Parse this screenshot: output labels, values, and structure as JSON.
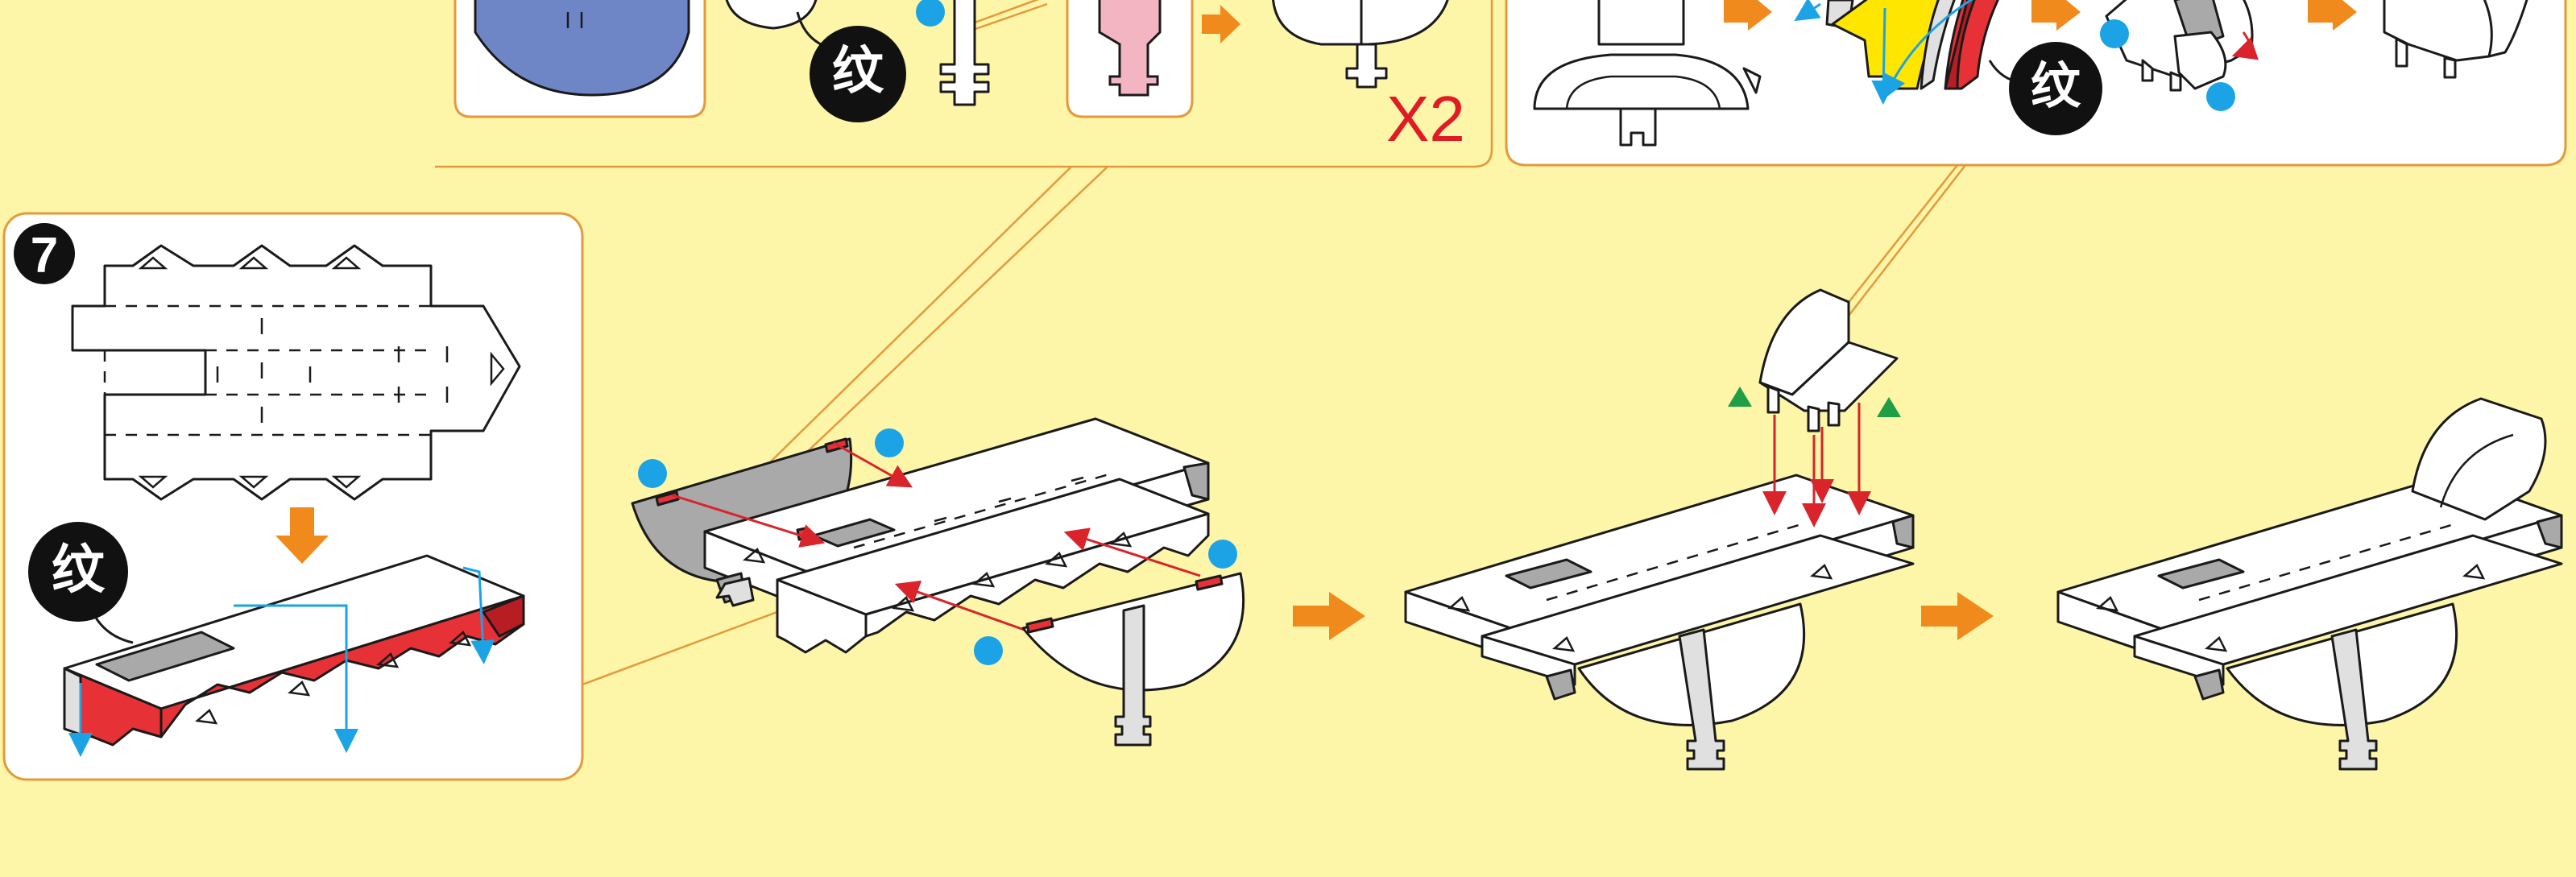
{
  "step": {
    "number": "7"
  },
  "callouts": {
    "crease_glyph": "纹"
  },
  "multiplier": {
    "text": "X2"
  },
  "colors": {
    "background": "#fdf5a8",
    "panel_border": "#e49a3c",
    "arrow": "#f08a1c",
    "glue_dot": "#1ca3e6",
    "glue_part": "#e63236",
    "triangle_mark": "#1e9e45",
    "multiplier_text": "#e01b24"
  },
  "icons": [
    "step-number-badge",
    "crease-callout-badge",
    "orange-arrow-icon",
    "glue-dot-icon",
    "green-triangle-icon",
    "attach-arrow-icon",
    "fold-arrow-icon"
  ]
}
